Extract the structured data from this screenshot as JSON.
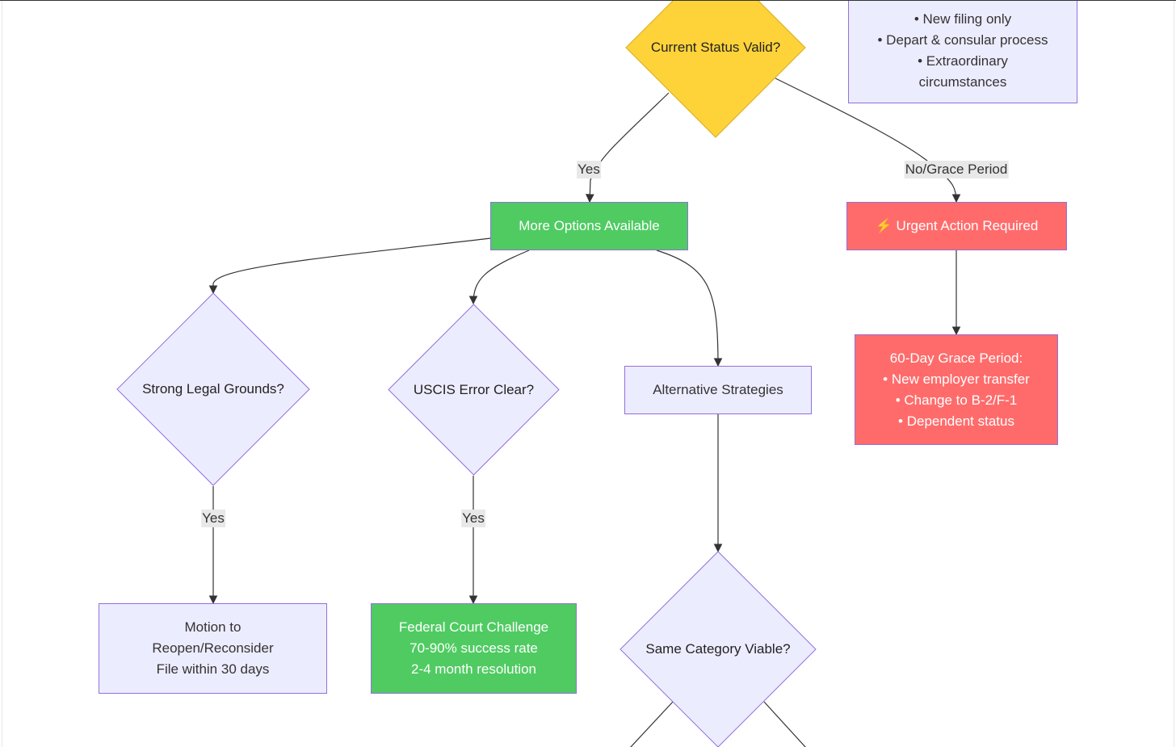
{
  "nodes": {
    "current_status": {
      "text": "Current Status Valid?"
    },
    "new_filing_note": {
      "lines": [
        "• New filing only",
        "• Depart & consular process",
        "• Extraordinary",
        "circumstances"
      ]
    },
    "more_options": {
      "text": "More Options Available"
    },
    "urgent_action": {
      "text": "⚡ Urgent Action Required"
    },
    "grace_period": {
      "lines": [
        "60-Day Grace Period:",
        "• New employer transfer",
        "• Change to B-2/F-1",
        "• Dependent status"
      ]
    },
    "strong_legal": {
      "text": "Strong Legal Grounds?"
    },
    "uscis_error": {
      "text": "USCIS Error Clear?"
    },
    "alt_strategies": {
      "text": "Alternative Strategies"
    },
    "motion_reopen": {
      "lines": [
        "Motion to",
        "Reopen/Reconsider",
        "File within 30 days"
      ]
    },
    "federal_court": {
      "lines": [
        "Federal Court Challenge",
        "70-90% success rate",
        "2-4 month resolution"
      ]
    },
    "same_category": {
      "text": "Same Category Viable?"
    }
  },
  "edge_labels": {
    "yes_more_options": "Yes",
    "no_grace": "No/Grace Period",
    "yes_motion": "Yes",
    "yes_federal": "Yes"
  },
  "colors": {
    "decision_yellow": "#fed33a",
    "default_fill": "#ececff",
    "default_stroke": "#9370db",
    "success_green": "#4fcb62",
    "urgent_red": "#ff6b6b",
    "edge_stroke": "#333333",
    "edge_label_bg": "#e8e8e8"
  }
}
